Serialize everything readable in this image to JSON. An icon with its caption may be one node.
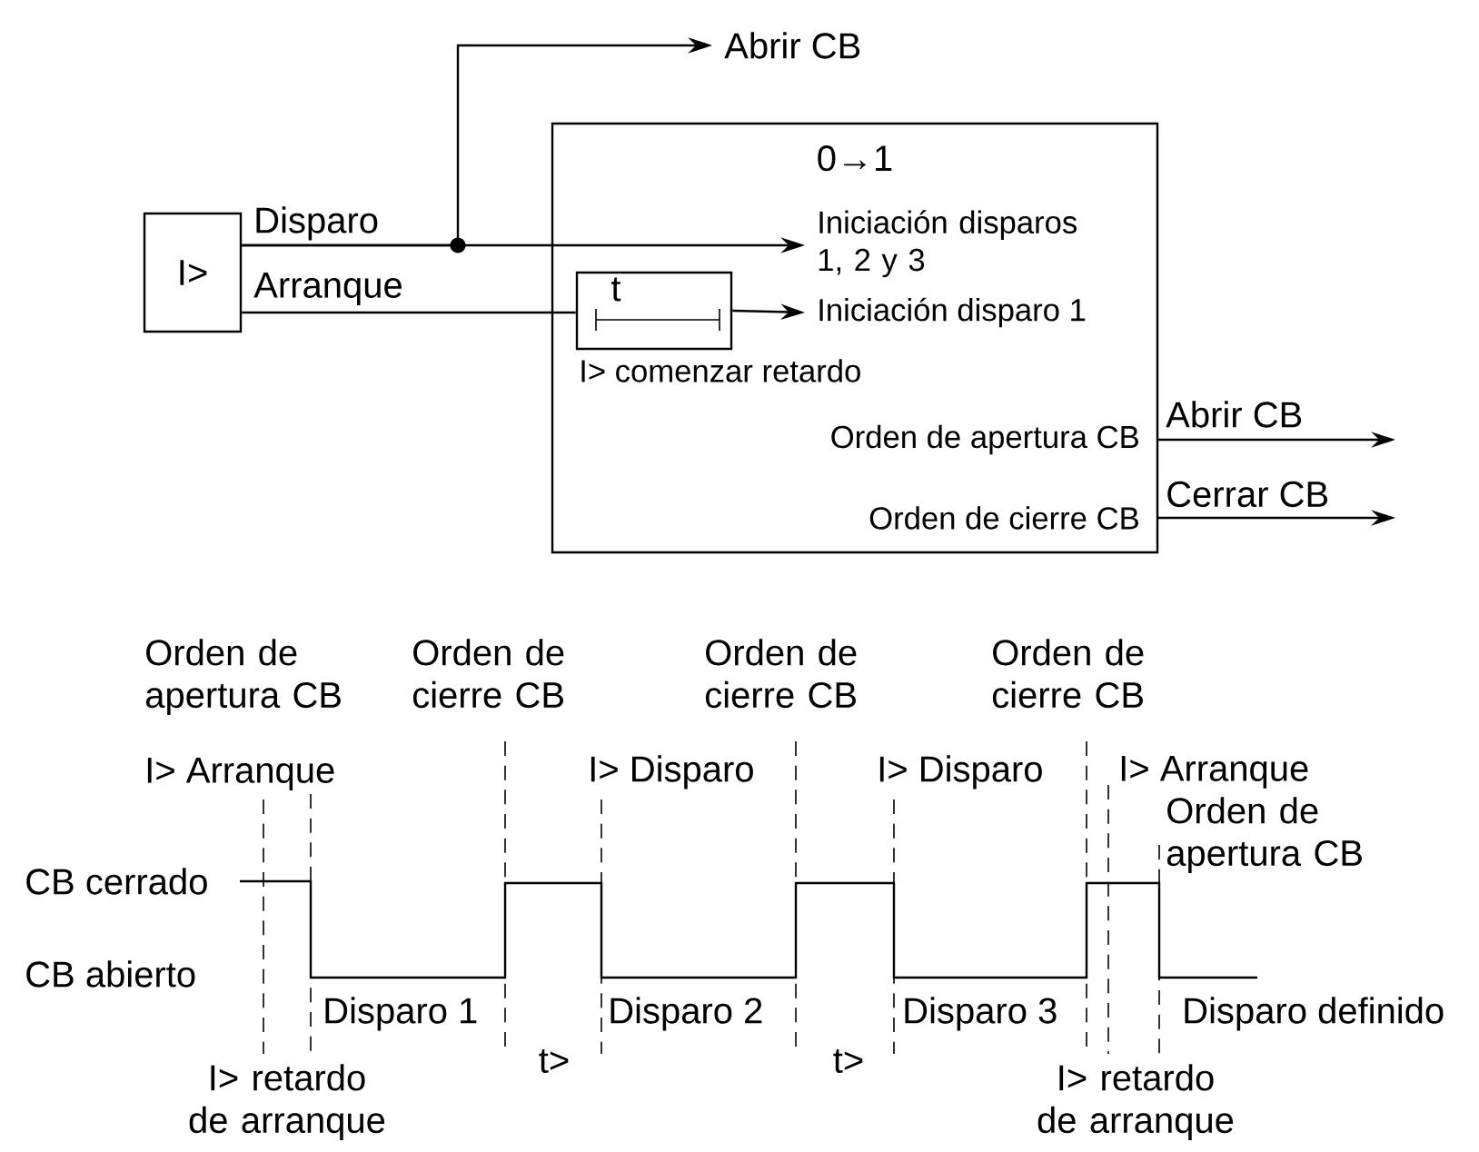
{
  "diagram": {
    "nodes": [
      {
        "text": [
          "I>"
        ]
      },
      {
        "text": [
          "0→1"
        ]
      },
      {
        "text": [
          "t"
        ],
        "beside": [
          "I> comenzar retardo"
        ],
        "in": 1
      },
      {
        "text": [
          "Iniciación disparos 1, 2 y 3"
        ],
        "in": 1
      },
      {
        "text": [
          "Iniciación disparo 1"
        ],
        "in": 1
      },
      {
        "text": [
          "Orden de apertura CB"
        ],
        "in": 1
      },
      {
        "text": [
          "Orden de cierre CB"
        ],
        "in": 1
      },
      {
        "text": [
          "Abrir CB"
        ]
      }
    ],
    "edges": [
      {
        "from": 0,
        "to": 3,
        "arrow": "to",
        "label": "Disparo"
      },
      {
        "from": 0,
        "to": 7,
        "arrow": "to"
      },
      {
        "from": 0,
        "to": 2,
        "arrow": "none",
        "label": "Arranque"
      },
      {
        "from": 2,
        "to": 4,
        "arrow": "to"
      },
      {
        "from": 5,
        "to": null,
        "arrow": "to",
        "label": "Abrir CB"
      },
      {
        "from": 6,
        "to": null,
        "arrow": "to",
        "label": "Cerrar CB"
      }
    ],
    "labels": [
      "Orden de apertura CB",
      "Orden de cierre CB",
      "Orden de cierre CB",
      "Orden de cierre CB",
      "I> Arranque",
      "I> Disparo",
      "I> Disparo",
      "I> Arranque",
      "Orden de apertura CB",
      "CB cerrado",
      "CB abierto",
      "Disparo 1",
      "Disparo 2",
      "Disparo 3",
      "Disparo definido",
      "t>",
      "t>",
      "I> retardo de arranque",
      "I> retardo de arranque"
    ]
  }
}
